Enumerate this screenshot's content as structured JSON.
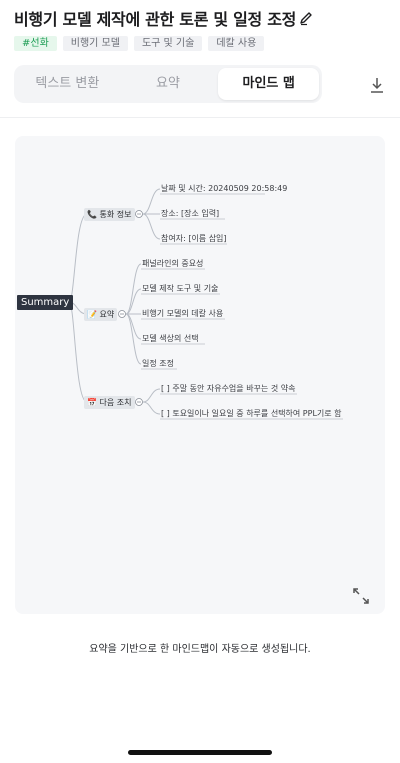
{
  "header": {
    "title": "비행기 모델 제작에 관한 토론 및 일정 조정",
    "edit_icon": "pencil-icon"
  },
  "tags": [
    {
      "label": "#선화",
      "color": "#1e9e55"
    },
    {
      "label": "비행기 모델"
    },
    {
      "label": "도구 및 기술"
    },
    {
      "label": "데칼 사용"
    }
  ],
  "tabs": [
    {
      "label": "텍스트 변환",
      "active": false
    },
    {
      "label": "요약",
      "active": false
    },
    {
      "label": "마인드 맵",
      "active": true
    }
  ],
  "download_icon": "download-icon",
  "mindmap": {
    "root": "Summary",
    "branches": [
      {
        "label": "📞 통화 정보",
        "children": [
          "날짜 및 시간: 20240509 20:58:49",
          "장소: [장소 입력]",
          "참여자: [이름 삽입]"
        ]
      },
      {
        "label": "📝 요약",
        "children": [
          "패널라인의 중요성",
          "모델 제작 도구 및 기술",
          "비행기 모델의 데칼 사용",
          "모델 색상의 선택",
          "일정 조정"
        ]
      },
      {
        "label": "📅 다음 조치",
        "children": [
          "[ ] 주말 동안 자유수업을 바꾸는 것 약속",
          "[ ] 토요일이나 일요일 중 하루를 선택하여 PPL기로 함"
        ]
      }
    ],
    "expand_icon": "expand-icon"
  },
  "caption": "요약을 기반으로 한 마인드맵이 자동으로 생성됩니다."
}
